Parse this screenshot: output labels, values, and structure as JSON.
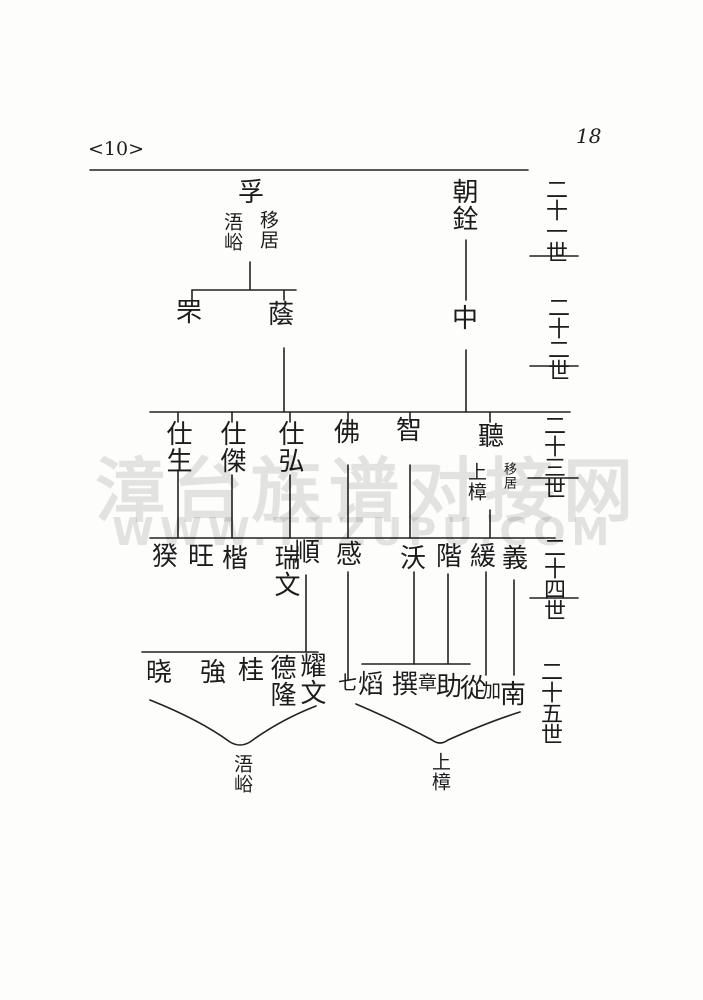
{
  "header": {
    "left_mark": "<10>",
    "page_number": "18"
  },
  "generations": [
    "二十一世",
    "二十二世",
    "二十三世",
    "二十四世",
    "二十五世"
  ],
  "g21": {
    "left": {
      "name": "孚",
      "note1": "移居",
      "note2": "浯峪"
    },
    "right": {
      "name": "朝銓"
    }
  },
  "g22": {
    "a": "罘",
    "b": "蔭",
    "c": "中"
  },
  "g23": {
    "a": "仕生",
    "b": "仕傑",
    "c": "仕弘",
    "d": "佛",
    "e": "智",
    "f": {
      "name": "聽",
      "note1": "上樟",
      "note2": "移居"
    }
  },
  "g24": [
    "猤",
    "旺",
    "楷",
    "瑞文",
    "順",
    "感",
    "沃",
    "階",
    "緩",
    "義"
  ],
  "g25": [
    "晓",
    "強",
    "桂",
    "德隆",
    "耀文",
    "七",
    "熖",
    "撰",
    "章",
    "助",
    "從",
    "加",
    "南"
  ],
  "places": {
    "left": "浯峪",
    "right": "上樟"
  },
  "watermark": {
    "line1": "漳台族谱对接网",
    "line2": "WWW.TTZUPU.COM"
  }
}
